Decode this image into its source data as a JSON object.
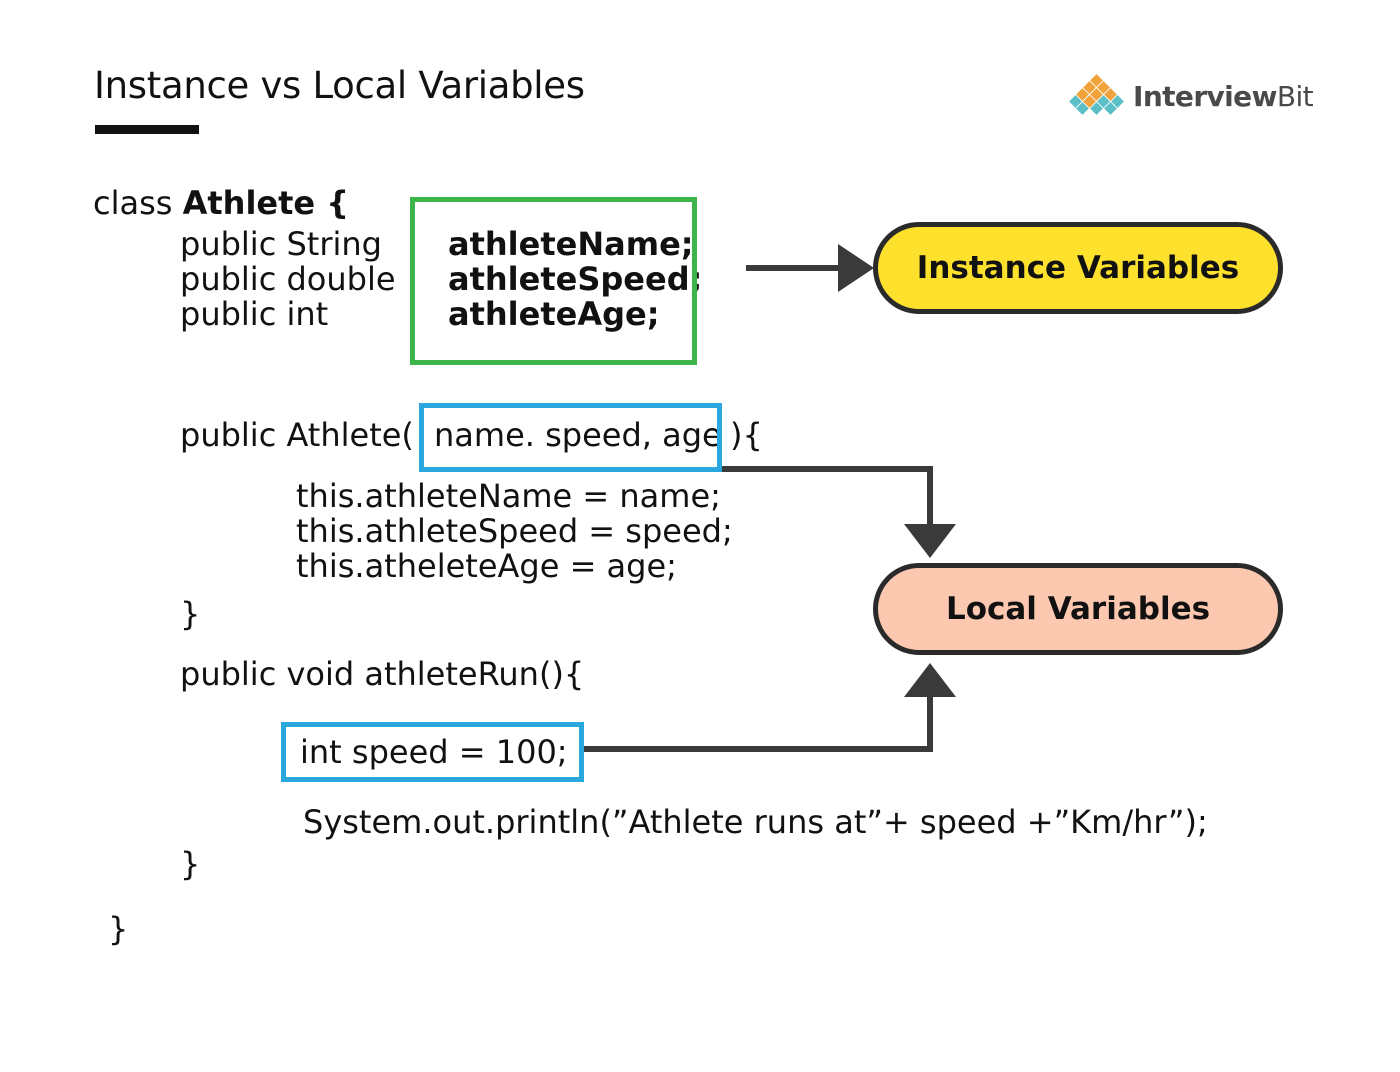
{
  "header": {
    "title": "Instance vs Local Variables",
    "logo_text_bold": "Interview",
    "logo_text_light": "Bit"
  },
  "code": {
    "class_kw": "class ",
    "class_name": "Athlete {",
    "decl_types": [
      "public String",
      "public double",
      "public int"
    ],
    "decl_names": [
      "athleteName;",
      "athleteSpeed;",
      "athleteAge;"
    ],
    "ctor_prefix": "public Athlete(",
    "ctor_params": "name. speed, age",
    "ctor_suffix": "){",
    "ctor_body": [
      "this.athleteName = name;",
      "this.athleteSpeed = speed;",
      "this.atheleteAge = age;"
    ],
    "close_brace": "}",
    "method_sig": "public void athleteRun(){",
    "local_decl": "int speed = 100;",
    "print_stmt": "System.out.println(”Athlete runs at”+ speed +”Km/hr”);"
  },
  "labels": {
    "instance": "Instance Variables",
    "local": "Local Variables"
  },
  "colors": {
    "instance_box": "#3db54a",
    "local_box": "#29a8e0",
    "instance_pill": "#fde12d",
    "local_pill": "#fcc9b0"
  }
}
